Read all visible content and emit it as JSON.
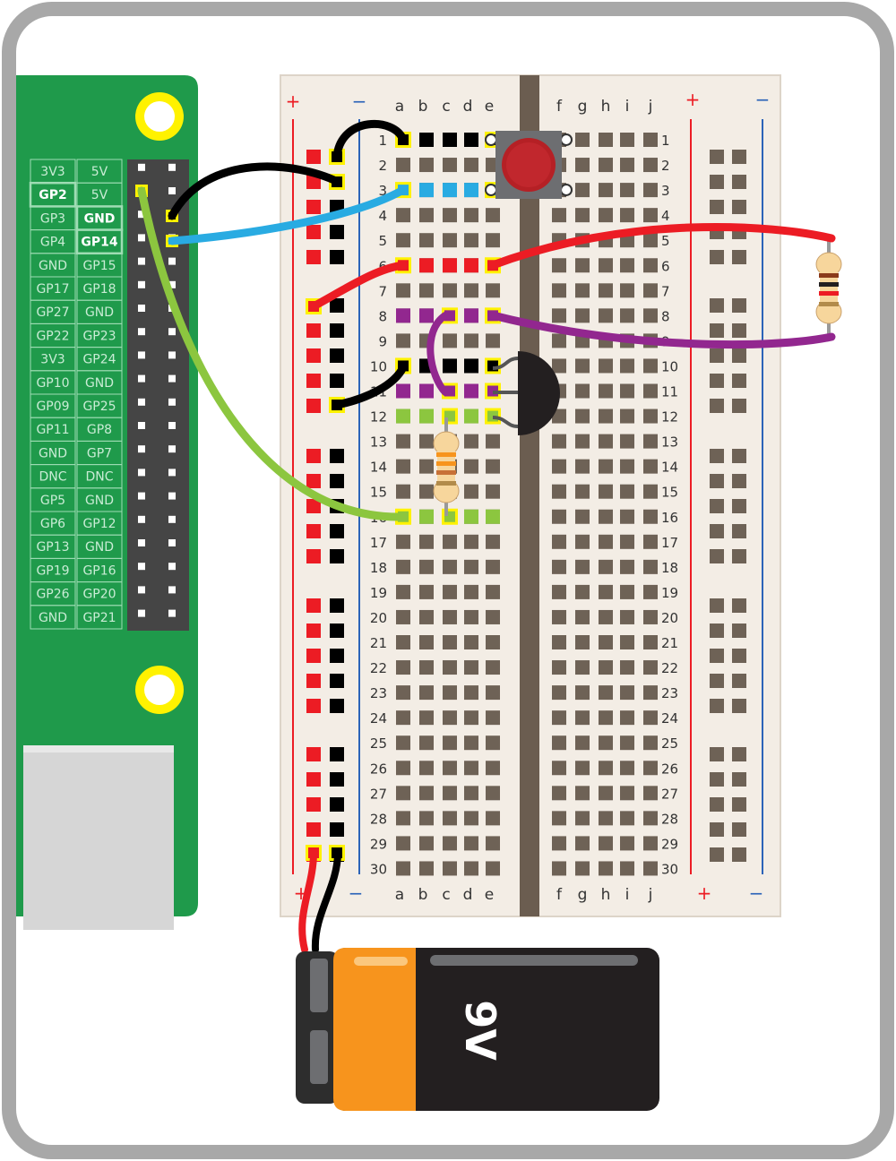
{
  "pi": {
    "rows": [
      [
        "3V3",
        "5V"
      ],
      [
        "GP2",
        "5V"
      ],
      [
        "GP3",
        "GND"
      ],
      [
        "GP4",
        "GP14"
      ],
      [
        "GND",
        "GP15"
      ],
      [
        "GP17",
        "GP18"
      ],
      [
        "GP27",
        "GND"
      ],
      [
        "GP22",
        "GP23"
      ],
      [
        "3V3",
        "GP24"
      ],
      [
        "GP10",
        "GND"
      ],
      [
        "GP09",
        "GP25"
      ],
      [
        "GP11",
        "GP8"
      ],
      [
        "GND",
        "GP7"
      ],
      [
        "DNC",
        "DNC"
      ],
      [
        "GP5",
        "GND"
      ],
      [
        "GP6",
        "GP12"
      ],
      [
        "GP13",
        "GND"
      ],
      [
        "GP19",
        "GP16"
      ],
      [
        "GP26",
        "GP20"
      ],
      [
        "GND",
        "GP21"
      ]
    ],
    "highlighted": [
      "GP2",
      "GND",
      "GP14"
    ]
  },
  "breadboard": {
    "columns_left": [
      "a",
      "b",
      "c",
      "d",
      "e"
    ],
    "columns_right": [
      "f",
      "g",
      "h",
      "i",
      "j"
    ],
    "row_numbers": [
      "1",
      "2",
      "3",
      "4",
      "5",
      "6",
      "7",
      "8",
      "9",
      "10",
      "11",
      "12",
      "13",
      "14",
      "15",
      "16",
      "17",
      "18",
      "19",
      "20",
      "21",
      "22",
      "23",
      "24",
      "25",
      "26",
      "27",
      "28",
      "29",
      "30"
    ],
    "plus": "+",
    "minus": "−"
  },
  "battery": {
    "label": "9V"
  },
  "colors": {
    "board_green": "#1f9a4b",
    "breadboard": "#f3ede5",
    "hole": "#6e6256",
    "red": "#ec1c24",
    "blue": "#29abe2",
    "black": "#000000",
    "purple": "#92278f",
    "green": "#8cc63f",
    "yellow": "#fff200"
  }
}
